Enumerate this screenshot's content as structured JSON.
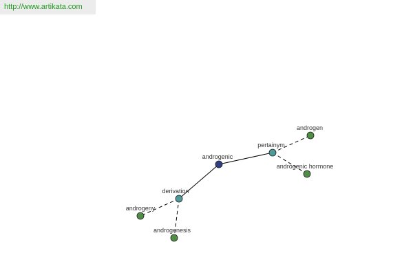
{
  "site": {
    "url_text": "http://www.artikata.com"
  },
  "graph": {
    "colors": {
      "center": "#2e3f86",
      "relation": "#4f9a9a",
      "term": "#4f8f45",
      "edge": "#000000"
    },
    "nodes": [
      {
        "id": "androgenic",
        "label": "androgenic",
        "kind": "center"
      },
      {
        "id": "pertainym",
        "label": "pertainym",
        "kind": "relation"
      },
      {
        "id": "derivation",
        "label": "derivation",
        "kind": "relation"
      },
      {
        "id": "androgen",
        "label": "androgen",
        "kind": "term"
      },
      {
        "id": "androgenic-hormone",
        "label": "androgenic hormone",
        "kind": "term"
      },
      {
        "id": "androgeny",
        "label": "androgeny",
        "kind": "term"
      },
      {
        "id": "androgenesis",
        "label": "androgenesis",
        "kind": "term"
      }
    ],
    "edges": [
      {
        "from": "androgenic",
        "to": "pertainym",
        "style": "solid"
      },
      {
        "from": "androgenic",
        "to": "derivation",
        "style": "solid"
      },
      {
        "from": "pertainym",
        "to": "androgen",
        "style": "dashed"
      },
      {
        "from": "pertainym",
        "to": "androgenic-hormone",
        "style": "dashed"
      },
      {
        "from": "derivation",
        "to": "androgeny",
        "style": "dashed"
      },
      {
        "from": "derivation",
        "to": "androgenesis",
        "style": "dashed"
      }
    ]
  }
}
